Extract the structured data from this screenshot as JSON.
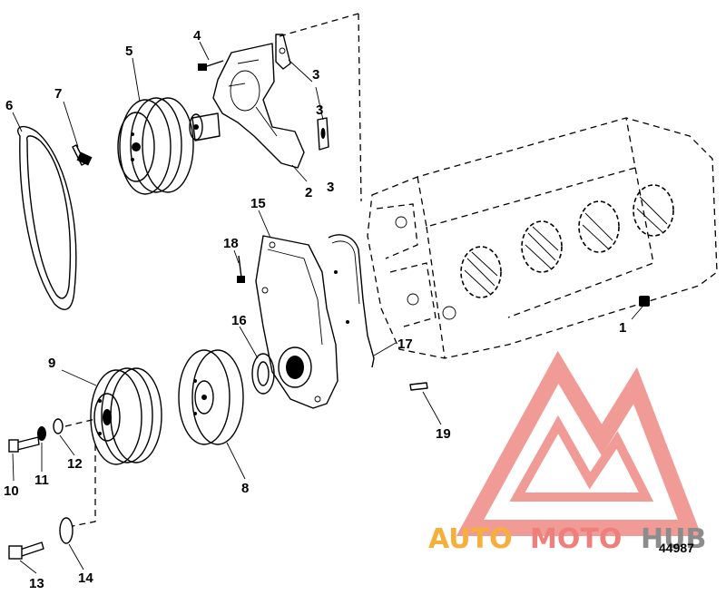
{
  "callouts": [
    {
      "label": "1"
    },
    {
      "label": "2"
    },
    {
      "label": "3"
    },
    {
      "label": "3"
    },
    {
      "label": "3"
    },
    {
      "label": "4"
    },
    {
      "label": "5"
    },
    {
      "label": "6"
    },
    {
      "label": "7"
    },
    {
      "label": "8"
    },
    {
      "label": "9"
    },
    {
      "label": "10"
    },
    {
      "label": "11"
    },
    {
      "label": "12"
    },
    {
      "label": "13"
    },
    {
      "label": "14"
    },
    {
      "label": "15"
    },
    {
      "label": "16"
    },
    {
      "label": "17"
    },
    {
      "label": "18"
    },
    {
      "label": "19"
    }
  ],
  "figure_number": "44987",
  "watermark": {
    "part1": "AUTO",
    "part2": "MOTO",
    "part3": "HUB",
    "colors": {
      "auto": "#f5b03c",
      "moto": "#ef7f7a",
      "hub": "#8c8c8c",
      "logo": "#ef8a85"
    }
  }
}
